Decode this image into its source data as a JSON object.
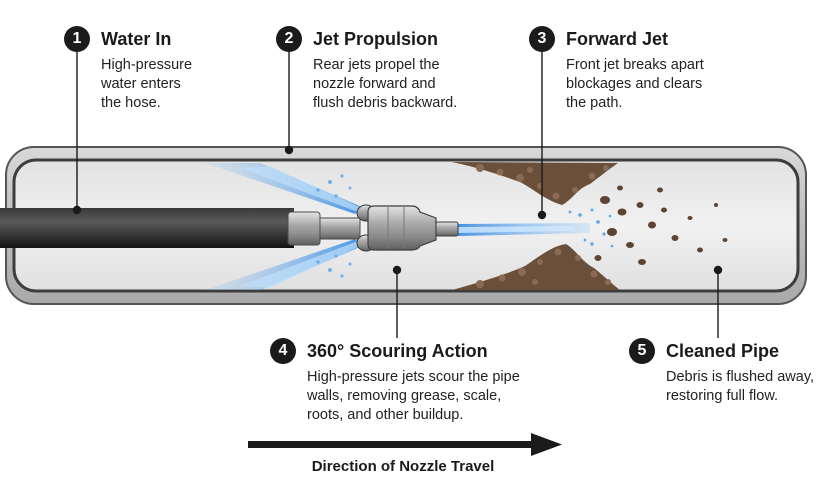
{
  "callouts": [
    {
      "number": "1",
      "title": "Water In",
      "lines": [
        "High-pressure",
        "water enters",
        "the hose."
      ]
    },
    {
      "number": "2",
      "title": "Jet Propulsion",
      "lines": [
        "Rear jets propel the",
        "nozzle forward and",
        "flush debris backward."
      ]
    },
    {
      "number": "3",
      "title": "Forward Jet",
      "lines": [
        "Front jet breaks apart",
        "blockages and clears",
        "the path."
      ]
    },
    {
      "number": "4",
      "title": "360° Scouring Action",
      "lines": [
        "High-pressure jets scour the pipe",
        "walls, removing grease, scale,",
        "roots, and other buildup."
      ]
    },
    {
      "number": "5",
      "title": "Cleaned Pipe",
      "lines": [
        "Debris is flushed away,",
        "restoring full flow."
      ]
    }
  ],
  "travel_label": "Direction of Nozzle Travel",
  "colors": {
    "badge": "#1b1b1b",
    "pipe_wall": "#c9c9c9",
    "pipe_interior": "#ededed",
    "hose": "#1f1f1f",
    "water_jet": "#5aa0e0",
    "debris": "#6e5340"
  }
}
